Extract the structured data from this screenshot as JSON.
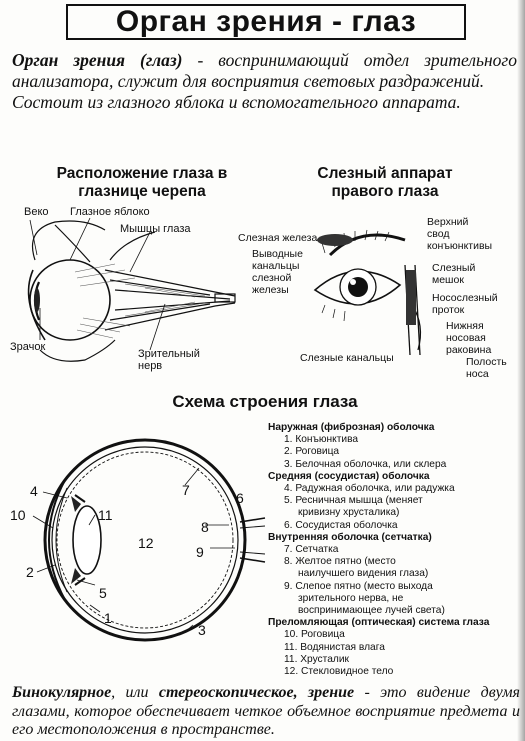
{
  "title": "Орган зрения - глаз",
  "intro": {
    "p1_bold": "Орган зрения (глаз)",
    "p1_rest": " - воспринимающий отдел зрительного анализатора, служит для восприятия световых раздражений.",
    "p2": "Состоит из глазного яблока и вспомогательного аппарата."
  },
  "fig1": {
    "title_line1": "Расположение глаза в",
    "title_line2": "глазнице черепа",
    "labels": {
      "veko": "Веко",
      "yabloko": "Глазное яблоко",
      "myshcy": "Мышцы глаза",
      "zrachok": "Зрачок",
      "nerv_1": "Зрительный",
      "nerv_2": "нерв"
    }
  },
  "fig2": {
    "title_line1": "Слезный аппарат",
    "title_line2": "правого глаза",
    "labels": {
      "zheleza": "Слезная железа",
      "vyvodnye_1": "Выводные",
      "vyvodnye_2": "канальцы",
      "vyvodnye_3": "слезной",
      "vyvodnye_4": "железы",
      "svod_1": "Верхний",
      "svod_2": "свод",
      "svod_3": "конъюнктивы",
      "meshok_1": "Слезный",
      "meshok_2": "мешок",
      "protok_1": "Носослезный",
      "protok_2": "проток",
      "rakovina_1": "Нижняя",
      "rakovina_2": "носовая",
      "rakovina_3": "раковина",
      "polost_1": "Полость",
      "polost_2": "носа",
      "kanalcy": "Слезные канальцы"
    }
  },
  "fig3": {
    "title": "Схема строения глаза",
    "numbers": [
      "1",
      "2",
      "3",
      "4",
      "5",
      "6",
      "7",
      "8",
      "9",
      "10",
      "11",
      "12"
    ],
    "legend": {
      "g1": "Наружная (фиброзная) оболочка",
      "i1": "1. Конъюнктива",
      "i2": "2. Роговица",
      "i3": "3. Белочная оболочка, или склера",
      "g2": "Средняя (сосудистая) оболочка",
      "i4": "4. Радужная оболочка, или радужка",
      "i5a": "5. Ресничная мышца (меняет",
      "i5b": "кривизну хрусталика)",
      "i6": "6. Сосудистая оболочка",
      "g3": "Внутренняя оболочка (сетчатка)",
      "i7": "7. Сетчатка",
      "i8a": "8. Желтое пятно (место",
      "i8b": "наилучшего видения глаза)",
      "i9a": "9. Слепое пятно (место выхода",
      "i9b": "зрительного нерва, не",
      "i9c": "воспринимающее лучей света)",
      "g4": "Преломляющая (оптическая) система глаза",
      "i10": "10. Роговица",
      "i11": "11. Водянистая влага",
      "i12": "11. Хрусталик",
      "i13": "12. Стекловидное тело"
    }
  },
  "footer": {
    "b1": "Бинокулярное",
    "t1": ", или ",
    "b2": "стереоскопическое, зрение",
    "t2": " - это видение двумя глазами, которое обеспечивает четкое объемное восприятие предмета и его местоположения в пространстве."
  }
}
